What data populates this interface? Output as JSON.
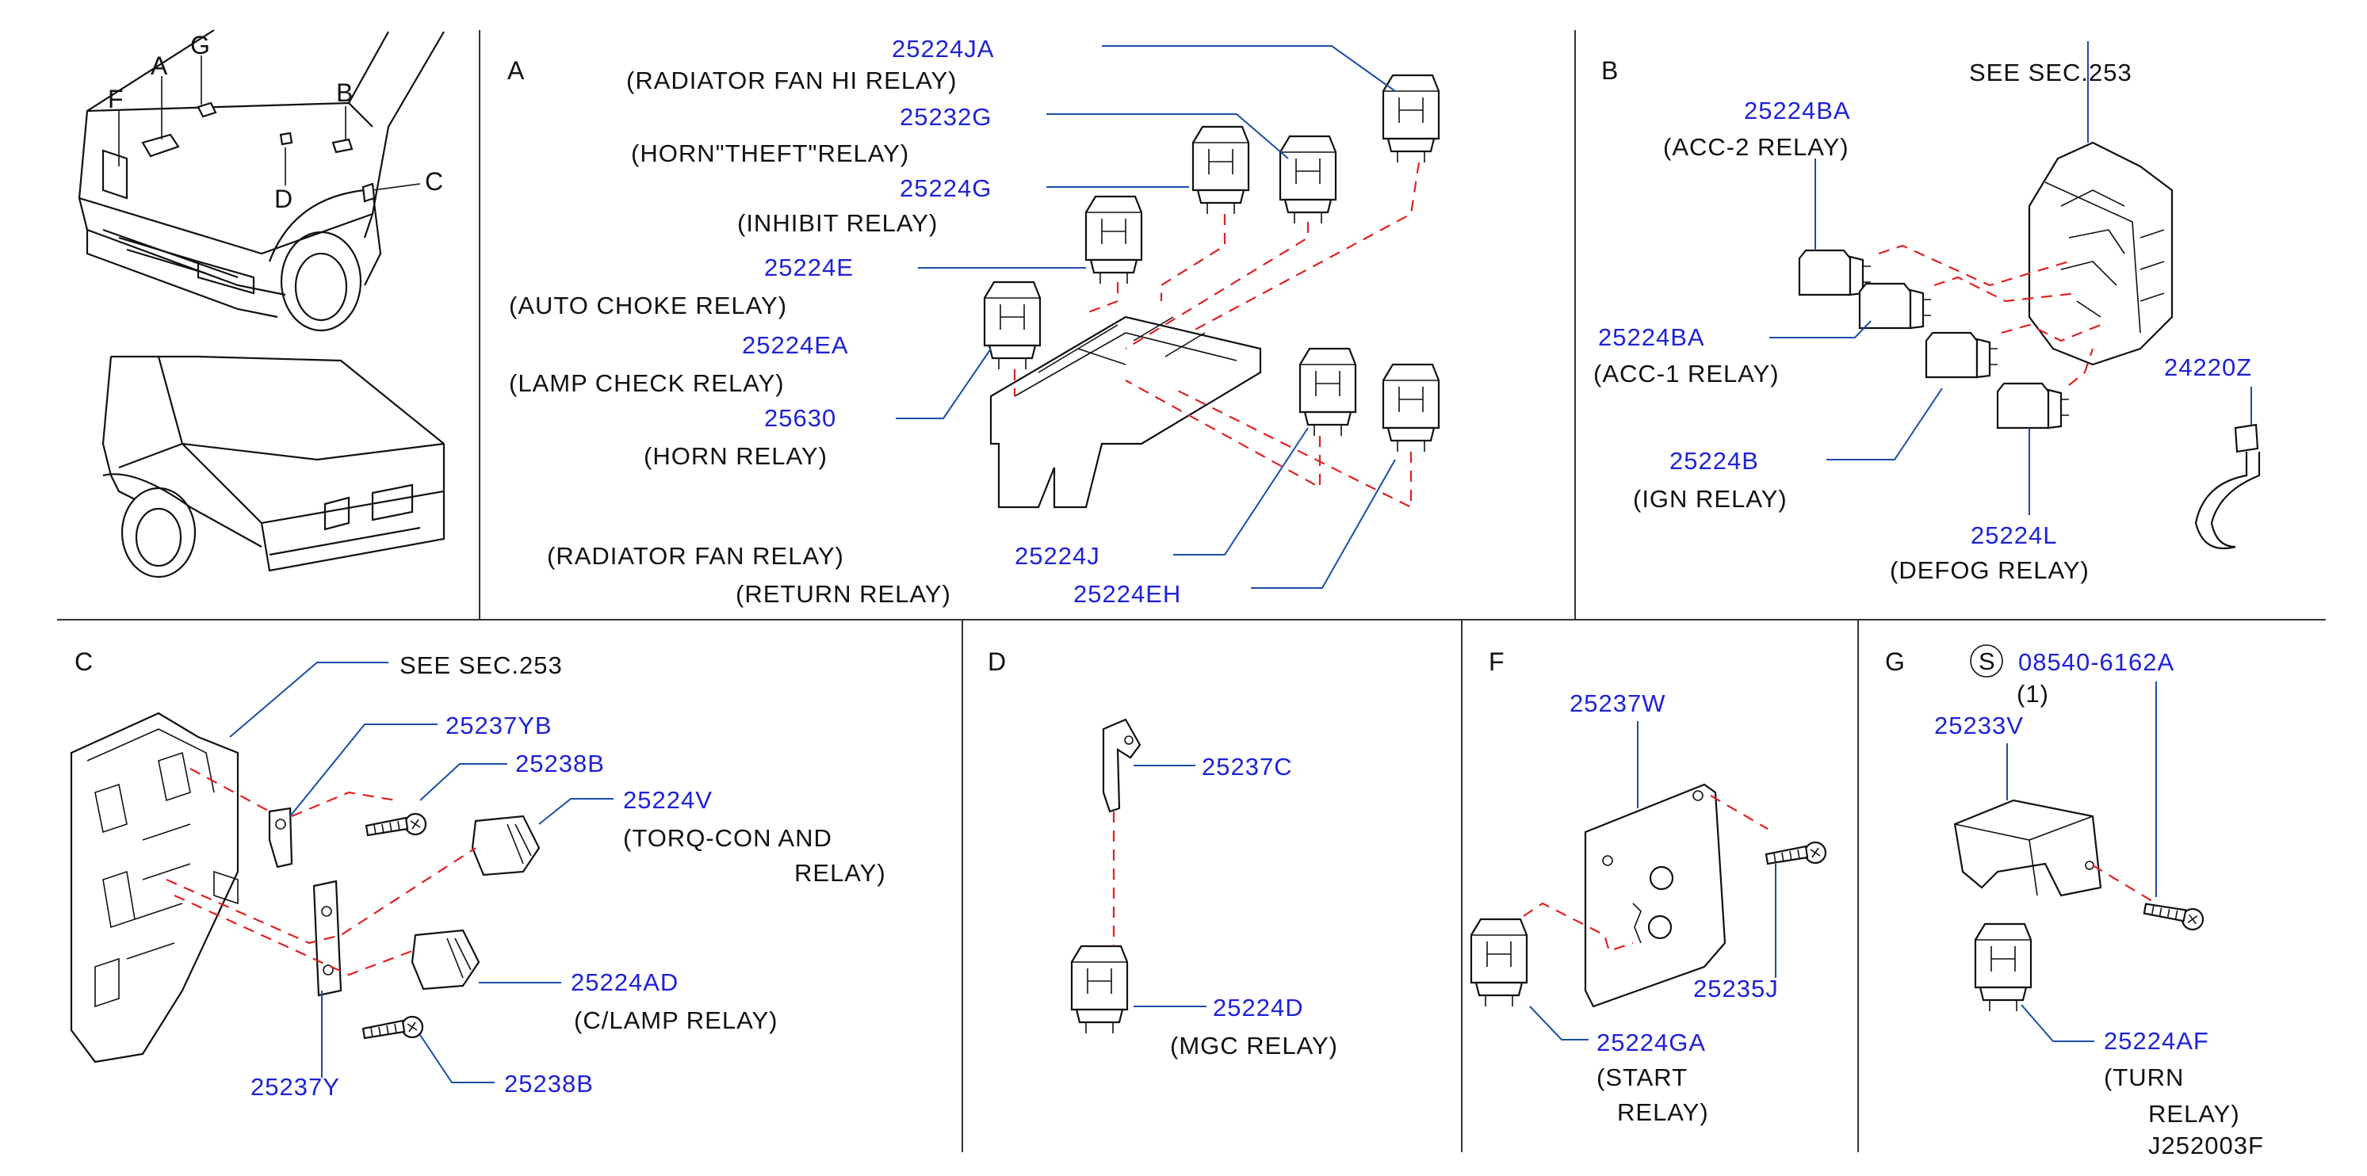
{
  "sections": {
    "A": "A",
    "B": "B",
    "C": "C",
    "D": "D",
    "F": "F",
    "G": "G"
  },
  "overview": {
    "labels": [
      "A",
      "G",
      "F",
      "B",
      "D",
      "C"
    ]
  },
  "A": {
    "parts": [
      {
        "pn": "25224JA",
        "desc": "(RADIATOR   FAN   HI   RELAY)"
      },
      {
        "pn": "25232G",
        "desc": "(HORN\"THEFT\"RELAY)"
      },
      {
        "pn": "25224G",
        "desc": "(INHIBIT   RELAY)"
      },
      {
        "pn": "25224E",
        "desc": "(AUTO   CHOKE   RELAY)"
      },
      {
        "pn": "25224EA",
        "desc": "(LAMP   CHECK   RELAY)"
      },
      {
        "pn": "25630",
        "desc": "(HORN   RELAY)"
      },
      {
        "pn": "25224J",
        "desc": "(RADIATOR   FAN   RELAY)"
      },
      {
        "pn": "25224EH",
        "desc": "(RETURN   RELAY)"
      }
    ]
  },
  "B": {
    "see": "SEE   SEC.253",
    "parts": [
      {
        "pn": "25224BA",
        "desc": "(ACC-2   RELAY)"
      },
      {
        "pn": "25224BA",
        "desc": "(ACC-1   RELAY)"
      },
      {
        "pn": "25224B",
        "desc": "(IGN   RELAY)"
      },
      {
        "pn": "25224L",
        "desc": "(DEFOG   RELAY)"
      },
      {
        "pn": "24220Z",
        "desc": ""
      }
    ]
  },
  "C": {
    "see": "SEE   SEC.253",
    "parts": [
      {
        "pn": "25237YB"
      },
      {
        "pn": "25238B"
      },
      {
        "pn": "25224V",
        "desc1": "(TORQ-CON   AND",
        "desc2": "RELAY)"
      },
      {
        "pn": "25224AD",
        "desc": "(C/LAMP   RELAY)"
      },
      {
        "pn": "25237Y"
      },
      {
        "pn": "25238B"
      }
    ]
  },
  "D": {
    "parts": [
      {
        "pn": "25237C"
      },
      {
        "pn": "25224D",
        "desc": "(MGC   RELAY)"
      }
    ]
  },
  "F": {
    "parts": [
      {
        "pn": "25237W"
      },
      {
        "pn": "25235J"
      },
      {
        "pn": "25224GA",
        "desc1": "(START",
        "desc2": "RELAY)"
      }
    ]
  },
  "G": {
    "bolt_symbol": "S",
    "bolt_pn": "08540-6162A",
    "bolt_qty": "(1)",
    "parts": [
      {
        "pn": "25233V"
      },
      {
        "pn": "25224AF",
        "desc1": "(TURN",
        "desc2": "RELAY)"
      }
    ]
  },
  "figure_id": "J252003F",
  "colors": {
    "part_number": "#1f22d6",
    "leader": "#1a4ea8",
    "assembly_dash": "#e02020",
    "text": "#111111"
  }
}
